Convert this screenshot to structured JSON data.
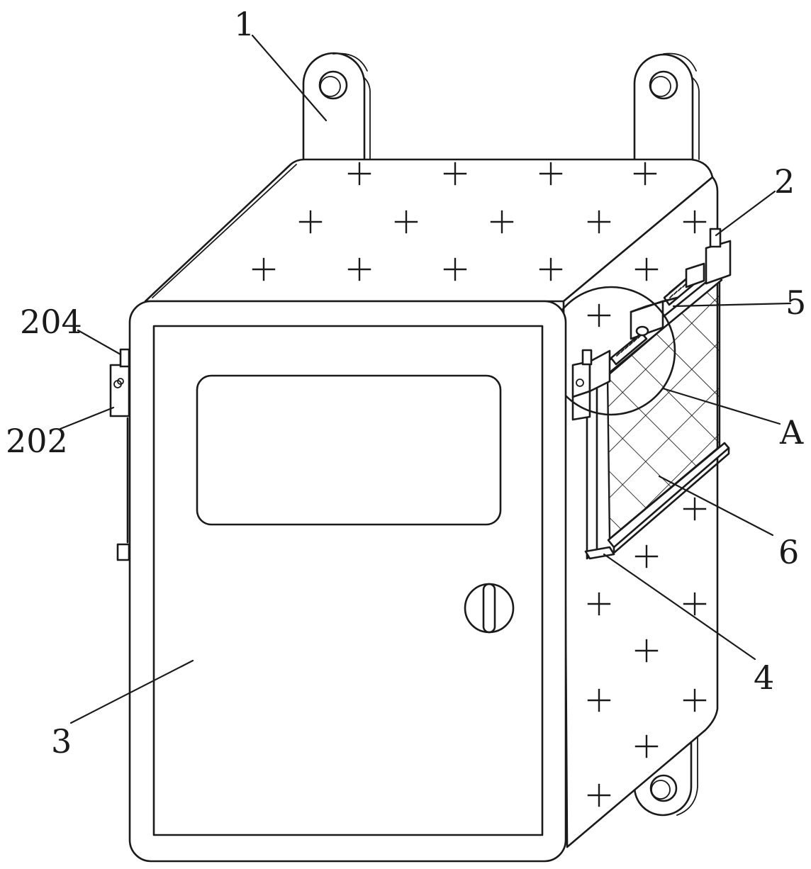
{
  "figure": {
    "labels": {
      "part_1": "1",
      "part_2": "2",
      "part_3": "3",
      "part_4": "4",
      "part_5": "5",
      "part_6": "6",
      "part_202": "202",
      "part_204": "204",
      "detail_a": "A"
    }
  },
  "colors": {
    "line": "#1a1a1a",
    "background": "#ffffff"
  }
}
